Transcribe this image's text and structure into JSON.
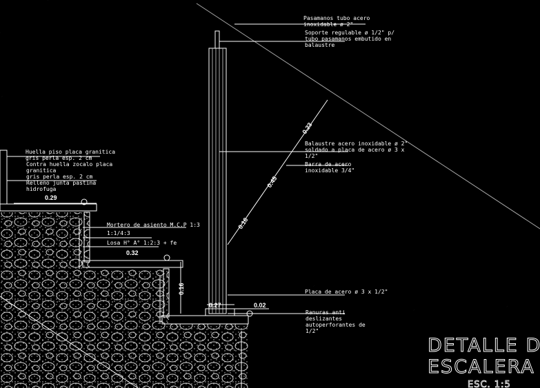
{
  "title": {
    "line1": "DETALLE DE",
    "line2": "ESCALERA",
    "scale": "ESC. 1:5"
  },
  "notes": {
    "pasamanos_1": "Pasamanos tubo acero",
    "pasamanos_2": "inoxidable ø 2\"",
    "soporte_1": "Soporte regulable ø 1/2\" p/",
    "soporte_2": "tubo pasamanos embutido en",
    "soporte_3": "balaustre",
    "balaustre_1": "Balaustre acero inoxidable ø 2\"",
    "balaustre_2": "soldado a placa de acero ø 3 x",
    "balaustre_3": "1/2\"",
    "barra_1": "Barra de acero",
    "barra_2": "inoxidable 3/4\"",
    "huella_1": "Huella piso placa granitica",
    "huella_2": "gris perla esp. 2 cm",
    "contra_1": "Contra huella zocalo placa",
    "contra_2": "granitica",
    "contra_3": "gris perla esp. 2 cm",
    "relleno_1": "Relleno junta pastina",
    "relleno_2": "hidrofuga",
    "mortero": "Mortero de asiento M.C.P 1:3",
    "mortero_2": "1:1/4:3",
    "losa": "Losa H° A° 1:2:3 + fe",
    "placa": "Placa de acero ø 3 x 1/2\"",
    "ranuras_1": "Ranuras anti",
    "ranuras_2": "deslizantes",
    "ranuras_3": "autoperforantes de",
    "ranuras_4": "1/2\""
  },
  "dimensions": {
    "d029": "0.29",
    "d032": "0.32",
    "d016v": "0.16",
    "d027": "0.27",
    "d002": "0.02",
    "d023": "0.23",
    "d045": "0.45",
    "d016": "0.16"
  }
}
